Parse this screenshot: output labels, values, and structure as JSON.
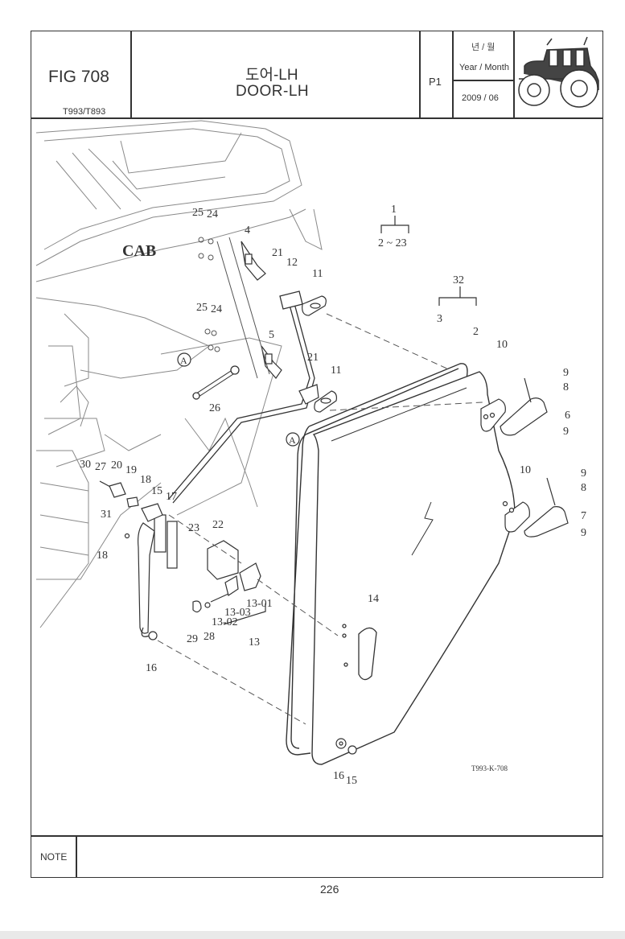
{
  "header": {
    "fig_label": "FIG 708",
    "models": "T993/T893",
    "title_korean": "도어-LH",
    "title_english": "DOOR-LH",
    "page_code": "P1",
    "year_month_korean": "년 / 월",
    "year_month_english": "Year / Month",
    "date": "2009 / 06",
    "logo_icon": "tractor-icon"
  },
  "diagram": {
    "cab_label": "CAB",
    "assembly_group": "1",
    "assembly_range": "2 ~ 23",
    "drawing_code": "T993-K-708",
    "callout_a": "A",
    "part_labels": [
      "2",
      "3",
      "4",
      "5",
      "6",
      "7",
      "8",
      "8",
      "9",
      "9",
      "9",
      "9",
      "10",
      "10",
      "11",
      "11",
      "12",
      "13",
      "13-01",
      "13-02",
      "13-03",
      "14",
      "15",
      "15",
      "16",
      "16",
      "17",
      "18",
      "18",
      "19",
      "20",
      "21",
      "21",
      "22",
      "23",
      "24",
      "24",
      "25",
      "25",
      "26",
      "27",
      "28",
      "29",
      "30",
      "31",
      "32"
    ]
  },
  "footer": {
    "note_label": "NOTE",
    "page_number": "226"
  }
}
